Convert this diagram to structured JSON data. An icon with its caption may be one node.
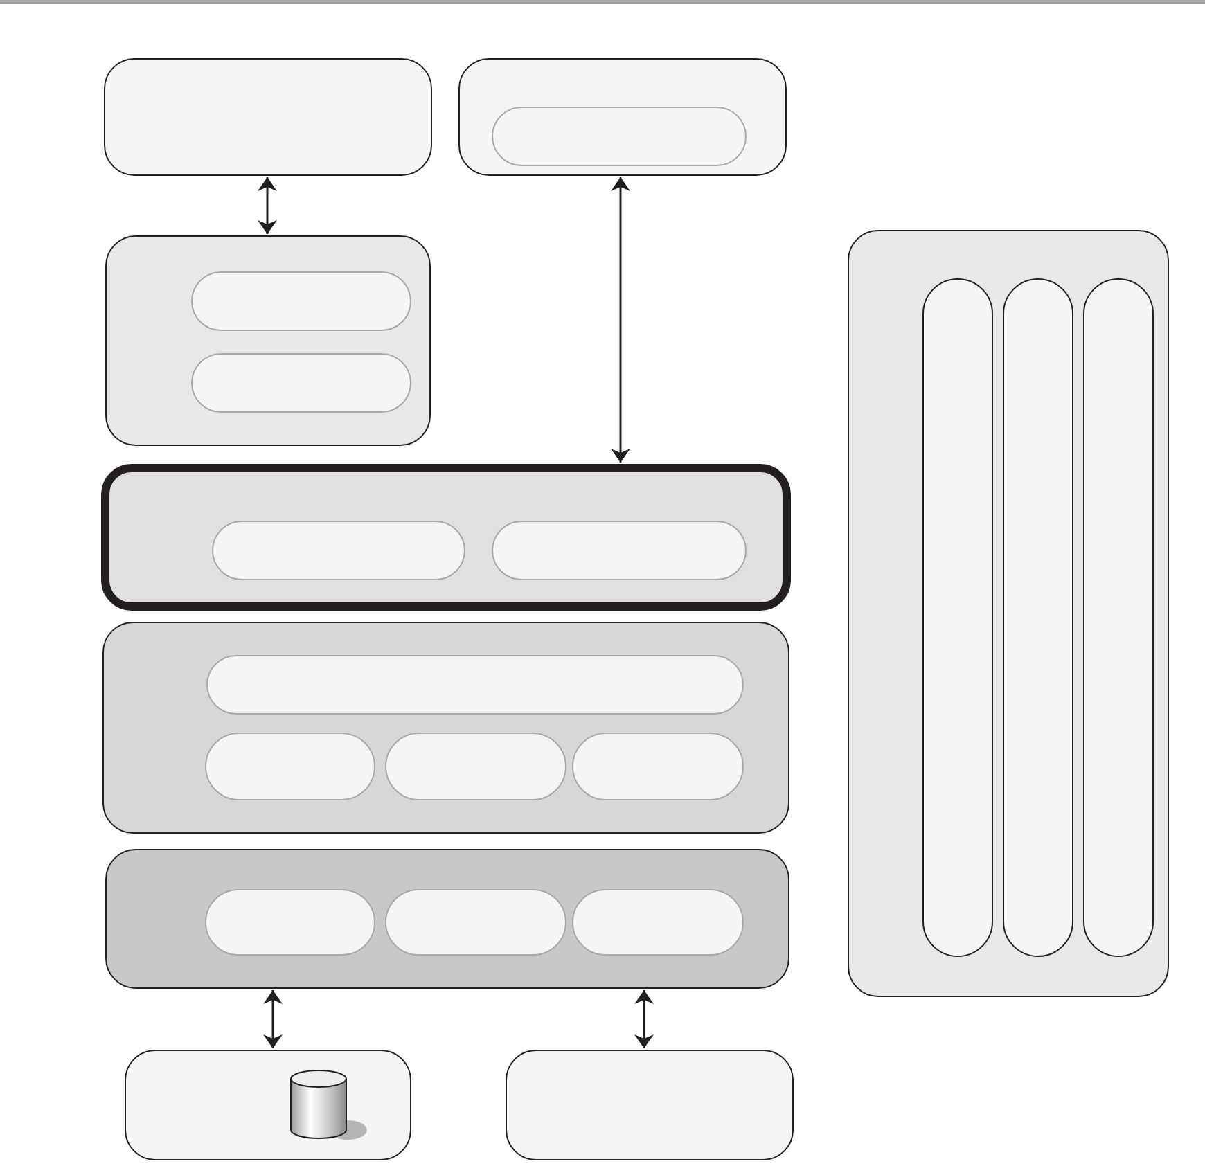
{
  "diagram": {
    "nodes": [
      {
        "text": [],
        "shape": "box"
      },
      {
        "text": [],
        "shape": "box"
      },
      {
        "text": [],
        "shape": "pill",
        "in": 1
      },
      {
        "text": [],
        "shape": "box"
      },
      {
        "text": [],
        "shape": "pill",
        "in": 3
      },
      {
        "text": [],
        "shape": "pill",
        "in": 3
      },
      {
        "text": [],
        "shape": "box"
      },
      {
        "text": [],
        "shape": "pill",
        "in": 6
      },
      {
        "text": [],
        "shape": "pill",
        "in": 6
      },
      {
        "text": [],
        "shape": "box"
      },
      {
        "text": [],
        "shape": "pill",
        "in": 9
      },
      {
        "text": [],
        "shape": "pill",
        "in": 9
      },
      {
        "text": [],
        "shape": "pill",
        "in": 9
      },
      {
        "text": [],
        "shape": "pill",
        "in": 9
      },
      {
        "text": [],
        "shape": "box"
      },
      {
        "text": [],
        "shape": "pill",
        "in": 14
      },
      {
        "text": [],
        "shape": "pill",
        "in": 14
      },
      {
        "text": [],
        "shape": "pill",
        "in": 14
      },
      {
        "text": [],
        "shape": "box"
      },
      {
        "text": [],
        "shape": "cylinder",
        "in": 18
      },
      {
        "text": [],
        "shape": "box"
      },
      {
        "text": [],
        "shape": "box"
      },
      {
        "text": [],
        "shape": "pill",
        "in": 21
      },
      {
        "text": [],
        "shape": "pill",
        "in": 21
      },
      {
        "text": [],
        "shape": "pill",
        "in": 21
      }
    ],
    "edges": [
      {
        "from": 0,
        "to": 3,
        "arrow": "both"
      },
      {
        "from": 1,
        "to": 6,
        "arrow": "both"
      },
      {
        "from": 14,
        "to": 18,
        "arrow": "both"
      },
      {
        "from": 14,
        "to": 20,
        "arrow": "both"
      }
    ]
  }
}
